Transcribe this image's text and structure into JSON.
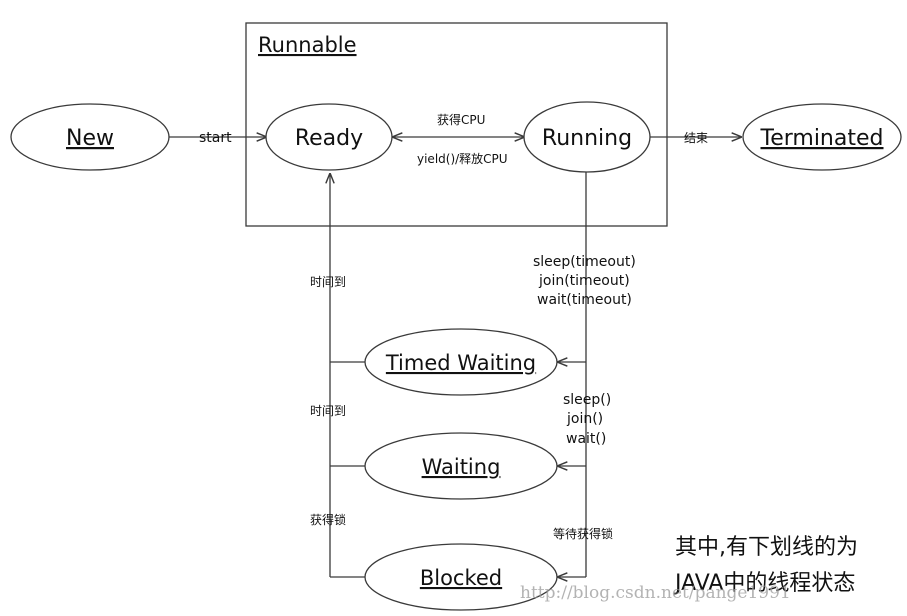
{
  "container": {
    "label": "Runnable"
  },
  "states": {
    "new": "New",
    "ready": "Ready",
    "running": "Running",
    "terminated": "Terminated",
    "timed_waiting": "Timed Waiting",
    "waiting": "Waiting",
    "blocked": "Blocked"
  },
  "transitions": {
    "start": "start",
    "get_cpu": "获得CPU",
    "yield": "yield()/释放CPU",
    "end": "结束",
    "timed_calls": [
      "sleep(timeout)",
      "join(timeout)",
      "wait(timeout)"
    ],
    "calls": [
      "sleep()",
      "join()",
      "wait()"
    ],
    "wait_lock": "等待获得锁",
    "time_up_1": "时间到",
    "time_up_2": "时间到",
    "got_lock": "获得锁"
  },
  "note": [
    "其中,有下划线的为",
    "JAVA中的线程状态"
  ],
  "watermark": "http://blog.csdn.net/pange1991"
}
